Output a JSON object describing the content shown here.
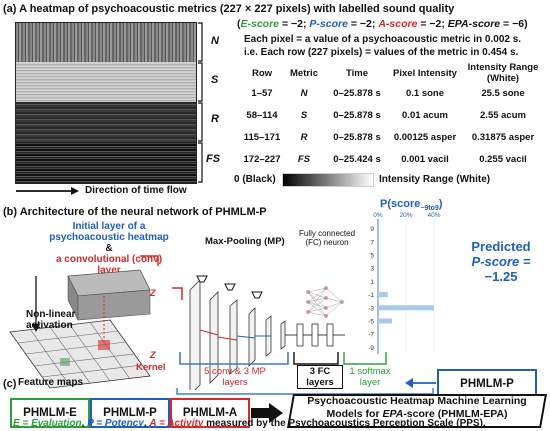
{
  "section_a": {
    "label": "(a)",
    "title_text": "A heatmap of psychoacoustic metrics (227 × 227 pixels) with labelled sound quality",
    "scores": [
      {
        "name": "E-score",
        "value": "−2",
        "color": "#2e9e3a"
      },
      {
        "name": "P-score",
        "value": "−2",
        "color": "#1f5fbf"
      },
      {
        "name": "A-score",
        "value": "−2",
        "color": "#d62a2a"
      },
      {
        "name": "EPA-score",
        "value": "−6",
        "color": "#111111"
      }
    ],
    "row_labels": [
      "N",
      "S",
      "R",
      "FS"
    ],
    "desc_line1": "Each pixel = a value of a psychoacoustic metric in 0.002 s.",
    "desc_line2": "i.e. Each row (227 pixels) = values of the metric in 0.454 s.",
    "table": {
      "headers": [
        "Row",
        "Metric",
        "Time",
        "Pixel Intensity",
        "Intensity Range (White)"
      ],
      "rows": [
        [
          "1–57",
          "N",
          "0–25.878 s",
          "0.1 sone",
          "25.5 sone"
        ],
        [
          "58–114",
          "S",
          "0–25.878 s",
          "0.01 acum",
          "2.55 acum"
        ],
        [
          "115–171",
          "R",
          "0–25.878 s",
          "0.00125 asper",
          "0.31875 asper"
        ],
        [
          "172–227",
          "FS",
          "0–25.424 s",
          "0.001 vacil",
          "0.255 vacil"
        ]
      ]
    },
    "legend_black": "0 (Black)",
    "legend_white": "Intensity Range (White)",
    "time_flow": "Direction of time flow"
  },
  "section_b": {
    "label": "(b)",
    "title_text": "Architecture of the neural network of PHMLM-P",
    "initial_layer_line1": "Initial layer of a",
    "initial_layer_line2": "psychoacoustic heatmap",
    "amp": "&",
    "conv_line1": "a convolutional (conv) layer",
    "nonlinear_line1": "Non-linear",
    "nonlinear_line2": "activation",
    "feature_maps": "Feature maps",
    "kernel": "Kernel",
    "z_top": "Z",
    "z_bottom": "Z",
    "max_pooling": "Max-Pooling (MP)",
    "fc_line1": "Fully connected",
    "fc_line2": "(FC) neuron",
    "conv_layers_line1": "5 conv & 3 MP",
    "conv_layers_line2": "layers",
    "fc_layers_line1": "3 FC",
    "fc_layers_line2": "layers",
    "softmax_line1": "1 softmax",
    "softmax_line2": "layer",
    "p_score_title": "P(score",
    "p_score_sub": "−9to9",
    "p_score_close": ")",
    "predicted_line1": "Predicted",
    "predicted_line2": "P-score =",
    "predicted_value": "−1.25",
    "model_name": "PHMLM-P"
  },
  "section_c": {
    "label": "(c)",
    "models": [
      {
        "name": "PHMLM-E",
        "color": "#2e9e3a"
      },
      {
        "name": "PHMLM-P",
        "color": "#1f5fbf"
      },
      {
        "name": "PHMLM-A",
        "color": "#d62a2a"
      }
    ],
    "target_line1": "Psychoacoustic Heatmap Machine Learning",
    "target_line2_a": "Models for ",
    "target_line2_b": "EPA",
    "target_line2_c": "-score (PHMLM-EPA)",
    "footer_e": "E = Evaluation",
    "footer_sep1": ", ",
    "footer_p": "P = Potency",
    "footer_sep2": ", ",
    "footer_a": "A = Activity",
    "footer_rest": " measured by the Psychoacoustics Perception Scale (PPS)."
  },
  "chart_data": {
    "type": "bar",
    "orientation": "horizontal",
    "categories": [
      9,
      7,
      5,
      3,
      1,
      -1,
      -3,
      -5,
      -7,
      -9
    ],
    "values": [
      0,
      0,
      0,
      0,
      0,
      7,
      40,
      10,
      0,
      0
    ],
    "x_ticks": [
      "0%",
      "20%",
      "40%"
    ],
    "xlim": [
      0,
      40
    ],
    "title": "P(score−9to9)",
    "bar_color": "#a9c9ec"
  }
}
